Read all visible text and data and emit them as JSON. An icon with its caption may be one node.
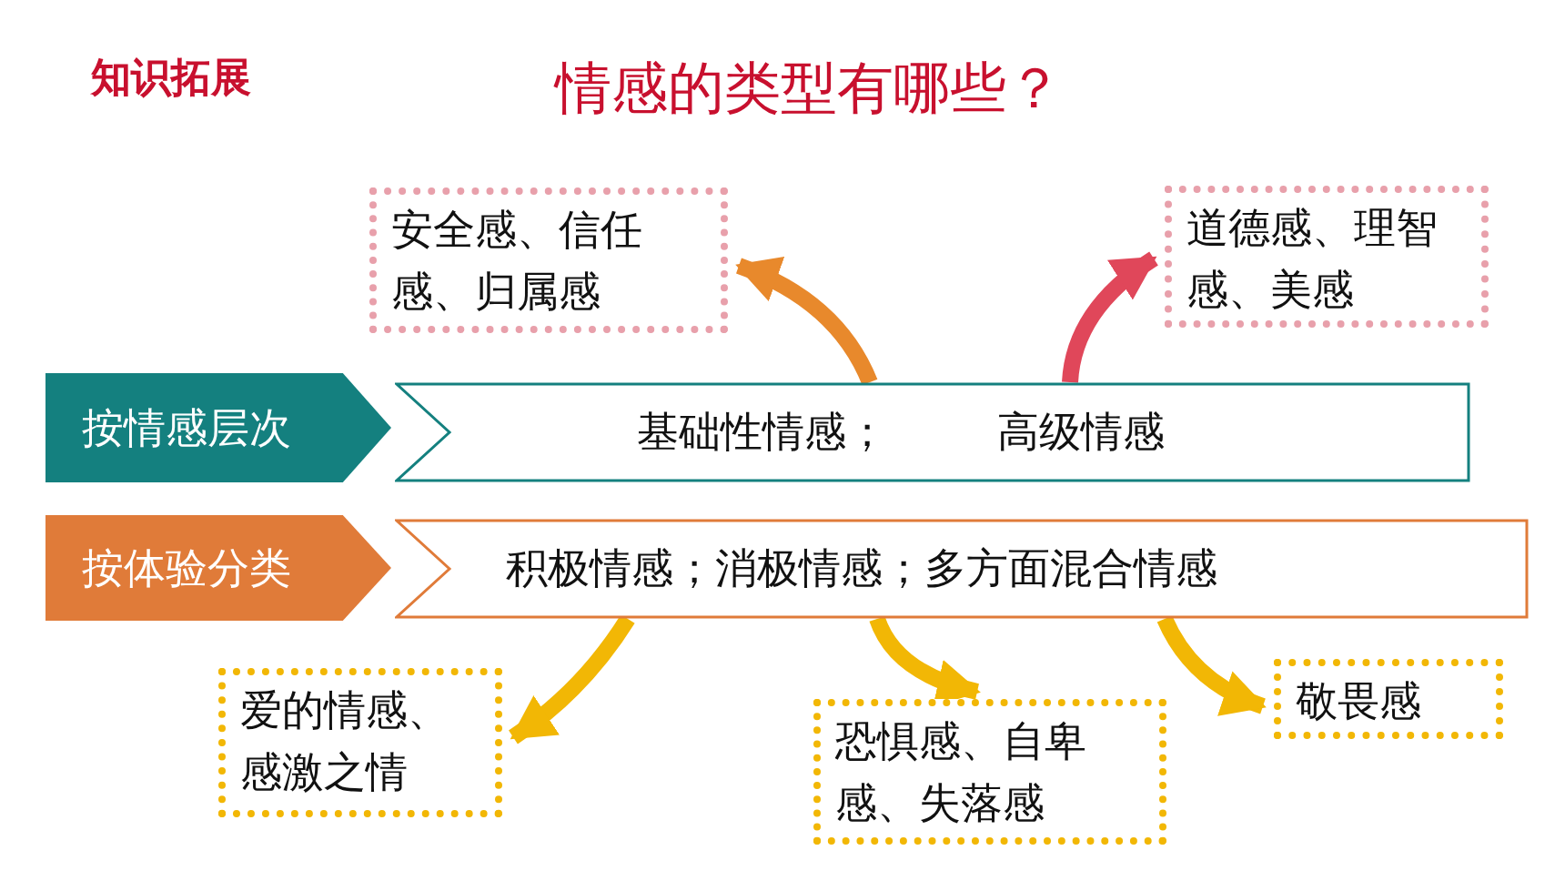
{
  "diagram": {
    "title": "情感的类型有哪些？",
    "nodes": [
      {
        "text": [
          "按情感层次"
        ]
      },
      {
        "text": [
          "基础性情感；",
          "高级情感"
        ]
      },
      {
        "text": [
          "安全感、信任感、归属感"
        ]
      },
      {
        "text": [
          "道德感、理智感、美感"
        ]
      },
      {
        "text": [
          "按体验分类"
        ]
      },
      {
        "text": [
          "积极情感；消极情感；多方面混合情感"
        ]
      },
      {
        "text": [
          "爱的情感、感激之情"
        ]
      },
      {
        "text": [
          "恐惧感、自卑感、失落感"
        ]
      },
      {
        "text": [
          "敬畏感"
        ]
      }
    ],
    "edges": [
      {
        "from": 1,
        "to": 2,
        "arrow": "to",
        "color": "#e8892c"
      },
      {
        "from": 1,
        "to": 3,
        "arrow": "to",
        "color": "#e0475a"
      },
      {
        "from": 5,
        "to": 6,
        "arrow": "to"
      },
      {
        "from": 5,
        "to": 7,
        "arrow": "to"
      },
      {
        "from": 5,
        "to": 8,
        "arrow": "to"
      }
    ],
    "labels": [
      "知识拓展"
    ]
  }
}
